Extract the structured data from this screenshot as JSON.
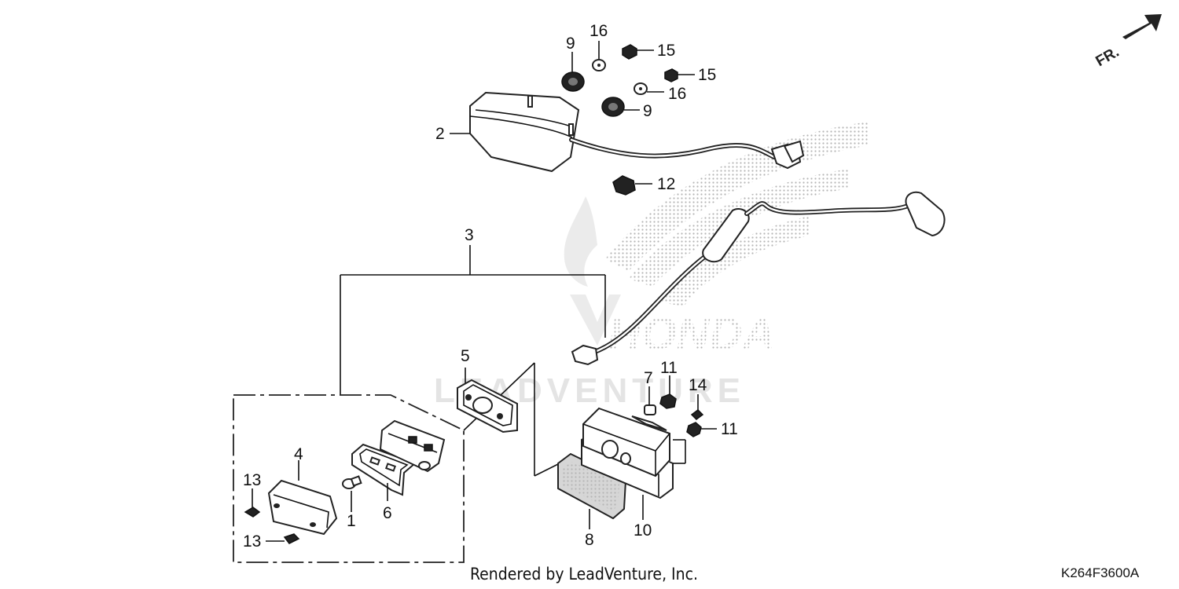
{
  "watermark": {
    "brand": "HONDA",
    "company": "LEADVENTURE"
  },
  "direction_indicator": "FR.",
  "callouts": {
    "c1": "1",
    "c2": "2",
    "c3": "3",
    "c4": "4",
    "c5": "5",
    "c6": "6",
    "c7": "7",
    "c8": "8",
    "c9a": "9",
    "c9b": "9",
    "c10": "10",
    "c11a": "11",
    "c11b": "11",
    "c12": "12",
    "c13a": "13",
    "c13b": "13",
    "c14": "14",
    "c15a": "15",
    "c15b": "15",
    "c16a": "16",
    "c16b": "16"
  },
  "footer": {
    "rendered_by": "Rendered by LeadVenture, Inc.",
    "diagram_code": "K264F3600A"
  }
}
